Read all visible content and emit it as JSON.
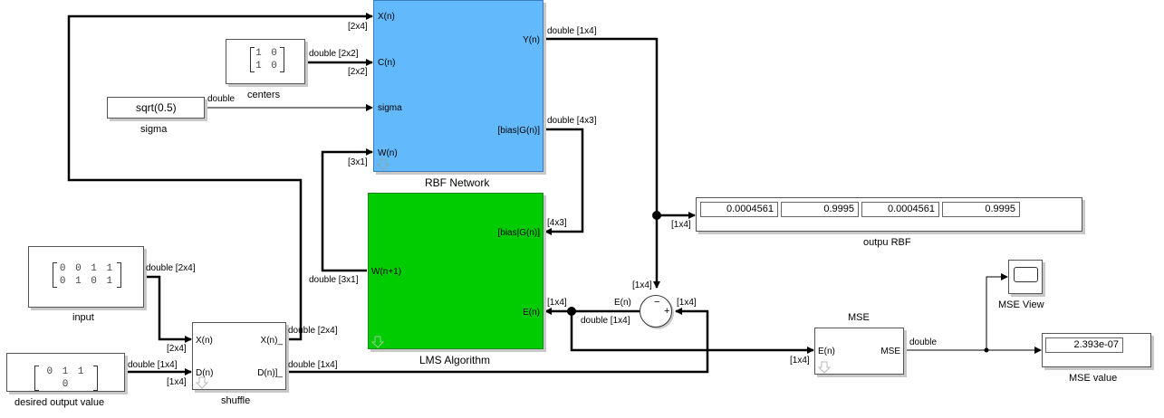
{
  "colors": {
    "rbf_fill": "#62b9fb",
    "lms_fill": "#00cc00",
    "wire": "#000000"
  },
  "blocks": {
    "rbf": {
      "name": "RBF Network",
      "ports_in": [
        "X(n)",
        "C(n)",
        "sigma",
        "W(n)"
      ],
      "ports_out": [
        "Y(n)",
        "[bias|G(n)]"
      ]
    },
    "lms": {
      "name": "LMS Algorithm",
      "ports_in": [
        "[bias|G(n)]",
        "W(n+1)"
      ],
      "ports_out": [
        "E(n)"
      ]
    },
    "centers": {
      "name": "centers",
      "rows": [
        "1 0",
        "1 0"
      ]
    },
    "sigma": {
      "name": "sigma",
      "value": "sqrt(0.5)"
    },
    "input": {
      "name": "input",
      "rows": [
        "0 0 1 1",
        "0 1 0 1"
      ]
    },
    "desired": {
      "name": "desired output value",
      "rows": [
        "0 1 1 0"
      ]
    },
    "shuffle": {
      "name": "shuffle",
      "ports_in": [
        "X(n)",
        "D(n)"
      ],
      "ports_out": [
        "X(n)_",
        "D(n)]_"
      ]
    },
    "display_rbf": {
      "name": "outpu RBF",
      "values": [
        "0.0004561",
        "0.9995",
        "0.0004561",
        "0.9995"
      ]
    },
    "sum": {
      "minus": "−",
      "plus": "+",
      "port_label": "E(n)"
    },
    "mse": {
      "name": "MSE",
      "port_in": "E(n)",
      "port_out": "MSE"
    },
    "mse_view": {
      "name": "MSE View"
    },
    "mse_value": {
      "name": "MSE value",
      "value": "2.393e-07"
    }
  },
  "signals": {
    "rbf_x_dim": "[2x4]",
    "centers_out": "double [2x2]",
    "centers_dim": "[2x2]",
    "sigma_out": "double",
    "w_dim": "[3x1]",
    "y_out": "double [1x4]",
    "g_out": "double [4x3]",
    "lms_g_dim": "[4x3]",
    "display_dim": "[1x4]",
    "sum_minus_dim": "[1x4]",
    "lms_w_out": "double [3x1]",
    "lms_e_dim": "[1x4]",
    "sum_plus_dim": "[1x4]",
    "sum_out_a": "double [1x4]",
    "input_out": "double [2x4]",
    "shuffle_x_dim": "[2x4]",
    "desired_out": "double [1x4]",
    "shuffle_d_dim": "[1x4]",
    "shuffle_x_out": "double [2x4]",
    "shuffle_d_out": "double [1x4]",
    "mse_in_dim": "[1x4]",
    "mse_out": "double"
  }
}
